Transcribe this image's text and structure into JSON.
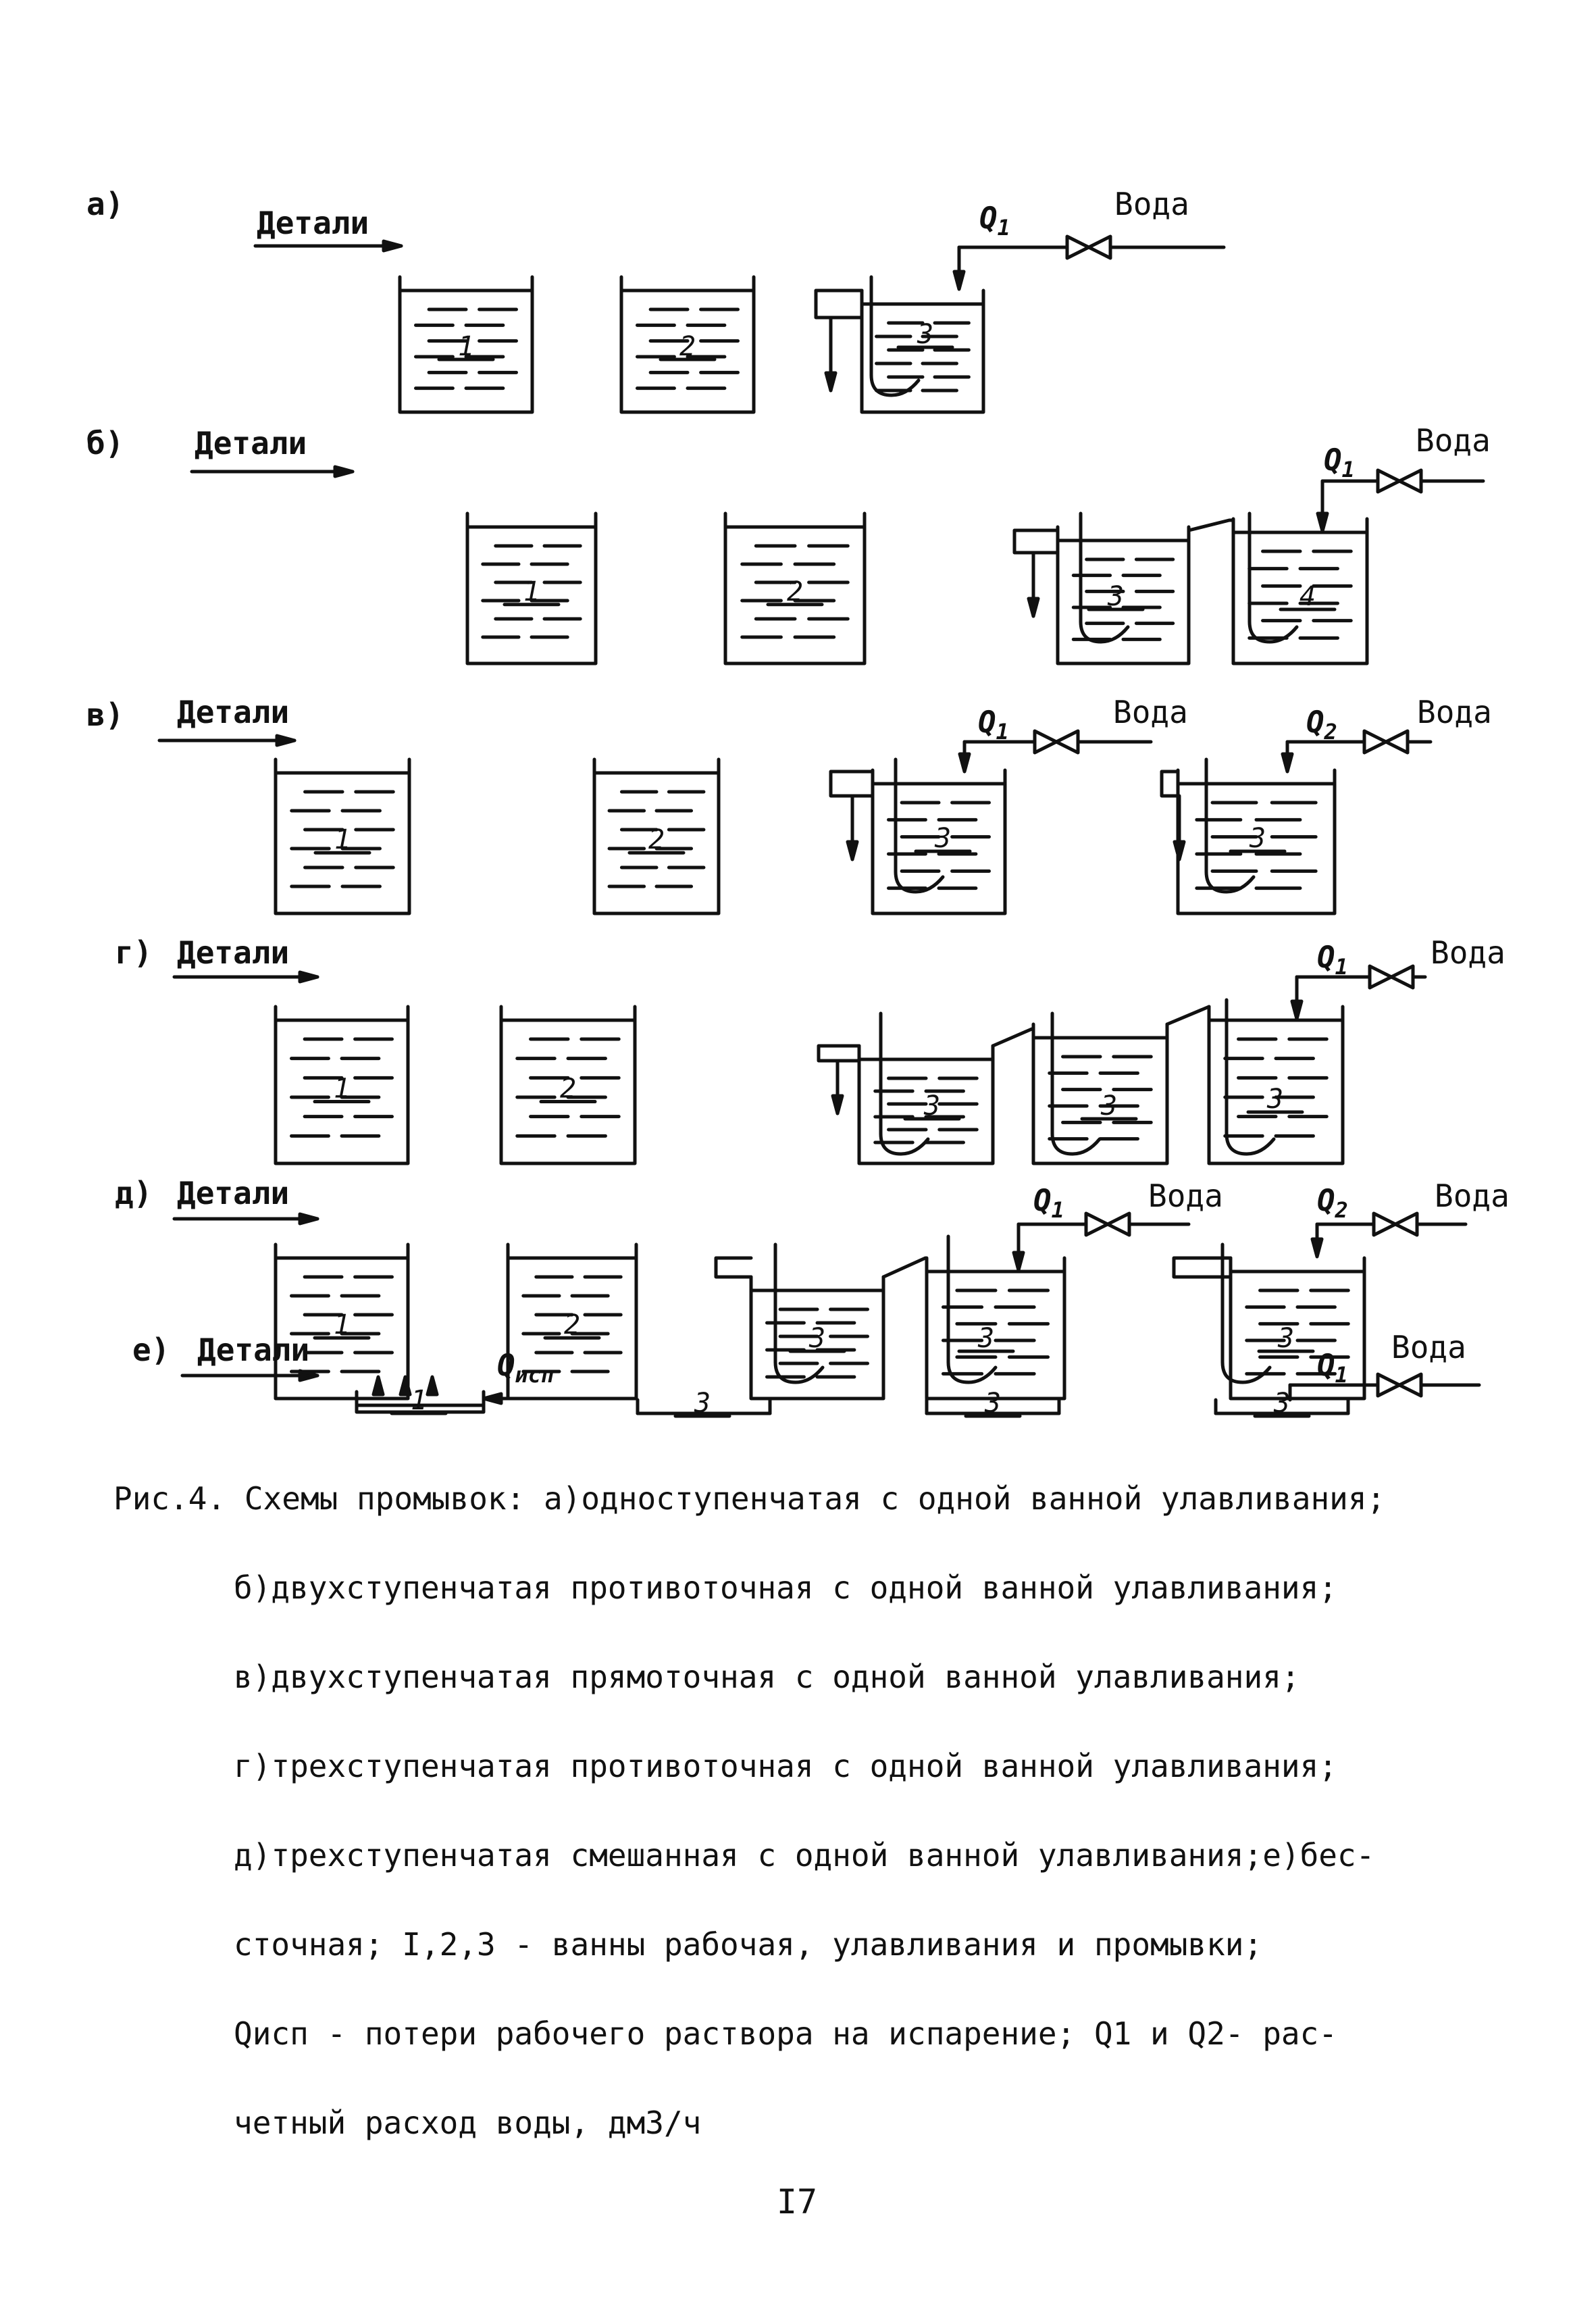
{
  "rows": [
    {
      "label": "а)",
      "parts_label": "Детали",
      "water_label": "Вода",
      "water2_label": "",
      "q1": "Q1",
      "q2": "",
      "baths": [
        "1",
        "2",
        "3"
      ]
    },
    {
      "label": "б)",
      "parts_label": "Детали",
      "water_label": "Вода",
      "water2_label": "",
      "q1": "Q1",
      "q2": "",
      "baths": [
        "1",
        "2",
        "3",
        "4"
      ]
    },
    {
      "label": "в)",
      "parts_label": "Детали",
      "water_label": "Вода",
      "water2_label": "Вода",
      "q1": "Q1",
      "q2": "Q2",
      "baths": [
        "1",
        "2",
        "3",
        "3"
      ]
    },
    {
      "label": "г)",
      "parts_label": "Детали",
      "water_label": "Вода",
      "water2_label": "",
      "q1": "Q1",
      "q2": "",
      "baths": [
        "1",
        "2",
        "3",
        "3",
        "3"
      ]
    },
    {
      "label": "д)",
      "parts_label": "Детали",
      "water_label": "Вода",
      "water2_label": "Вода",
      "q1": "Q1",
      "q2": "Q2",
      "baths": [
        "1",
        "2",
        "3",
        "3",
        "3"
      ]
    },
    {
      "label": "е)",
      "parts_label": "Детали",
      "water_label": "Вода",
      "water2_label": "",
      "q1": "Q1",
      "q2": "",
      "q_evap": "Qисп",
      "baths": [
        "1",
        "3",
        "3",
        "3"
      ]
    }
  ],
  "caption": {
    "lines": [
      "Рис.4. Схемы промывок: а)одноступенчатая с одной ванной улавливания;",
      "б)двухступенчатая противоточная с одной ванной улавливания;",
      "в)двухступенчатая прямоточная с одной ванной улавливания;",
      "г)трехступенчатая противоточная с одной ванной улавливания;",
      "д)трехступенчатая смешанная с одной ванной улавливания;е)бес-",
      "сточная; I,2,3 - ванны рабочая, улавливания и промывки;",
      "Qисп - потери рабочего раствора на испарение; Q1 и Q2- рас-",
      "четный расход воды, дм3/ч"
    ]
  },
  "page_number": "I7"
}
